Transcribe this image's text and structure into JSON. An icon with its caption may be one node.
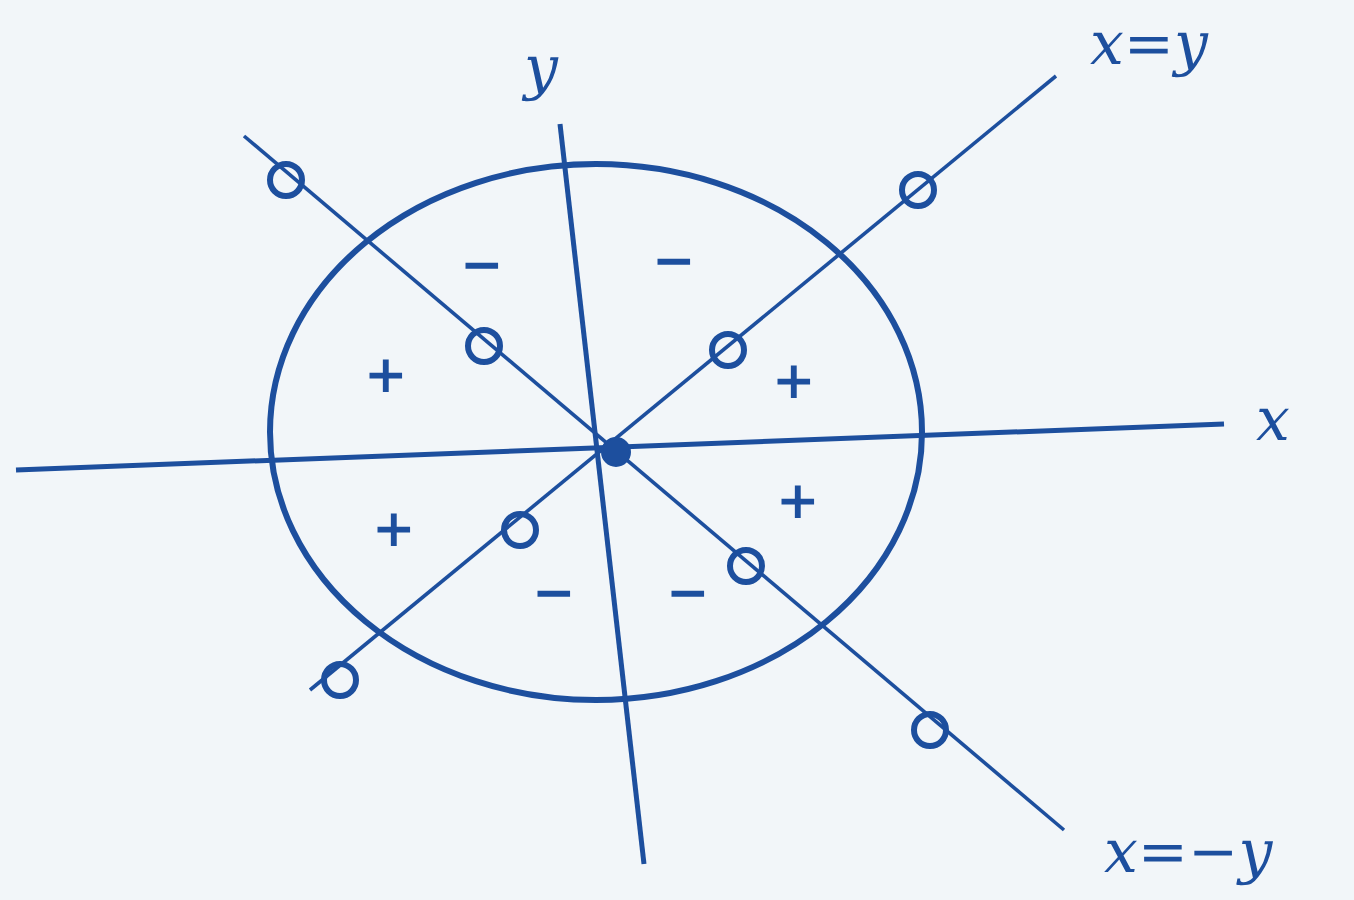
{
  "diagram": {
    "labels": [
      "x=y",
      "y",
      "−",
      "−",
      "+",
      "+",
      "x",
      "+",
      "+",
      "−",
      "−",
      "x=−y"
    ]
  }
}
